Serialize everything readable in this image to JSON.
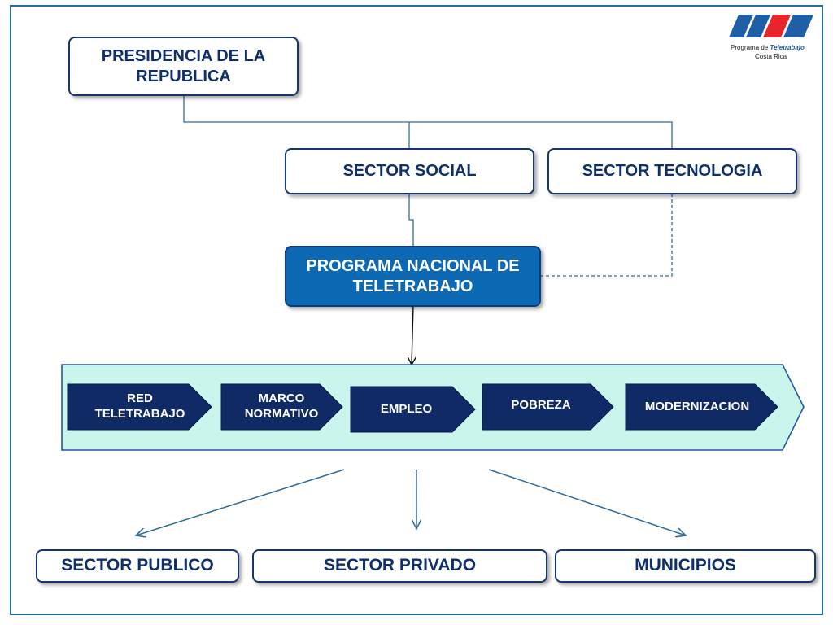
{
  "logo": {
    "line1_prefix": "Programa de",
    "line1_brand": "Teletrabajo",
    "line2": "Costa Rica",
    "colors": [
      "#1f5fa8",
      "#e8252a"
    ]
  },
  "nodes": {
    "presidencia": "PRESIDENCIA DE LA REPUBLICA",
    "sector_social": "SECTOR SOCIAL",
    "sector_tecnologia": "SECTOR TECNOLOGIA",
    "programa": "PROGRAMA NACIONAL DE TELETRABAJO",
    "sector_publico": "SECTOR PUBLICO",
    "sector_privado": "SECTOR PRIVADO",
    "municipios": "MUNICIPIOS"
  },
  "chevrons": [
    {
      "label": "RED TELETRABAJO"
    },
    {
      "label": "MARCO NORMATIVO"
    },
    {
      "label": "EMPLEO"
    },
    {
      "label": "POBREZA"
    },
    {
      "label": "MODERNIZACION"
    }
  ],
  "colors": {
    "frame": "#2a6f97",
    "box_border": "#16366f",
    "box_text": "#0d2f6b",
    "highlight_box": "#0e69b5",
    "band_fill": "#c9f5ec",
    "band_border": "#1e5aa0",
    "chevron_fill": "#102a66",
    "connector": "#2f6e9a"
  }
}
